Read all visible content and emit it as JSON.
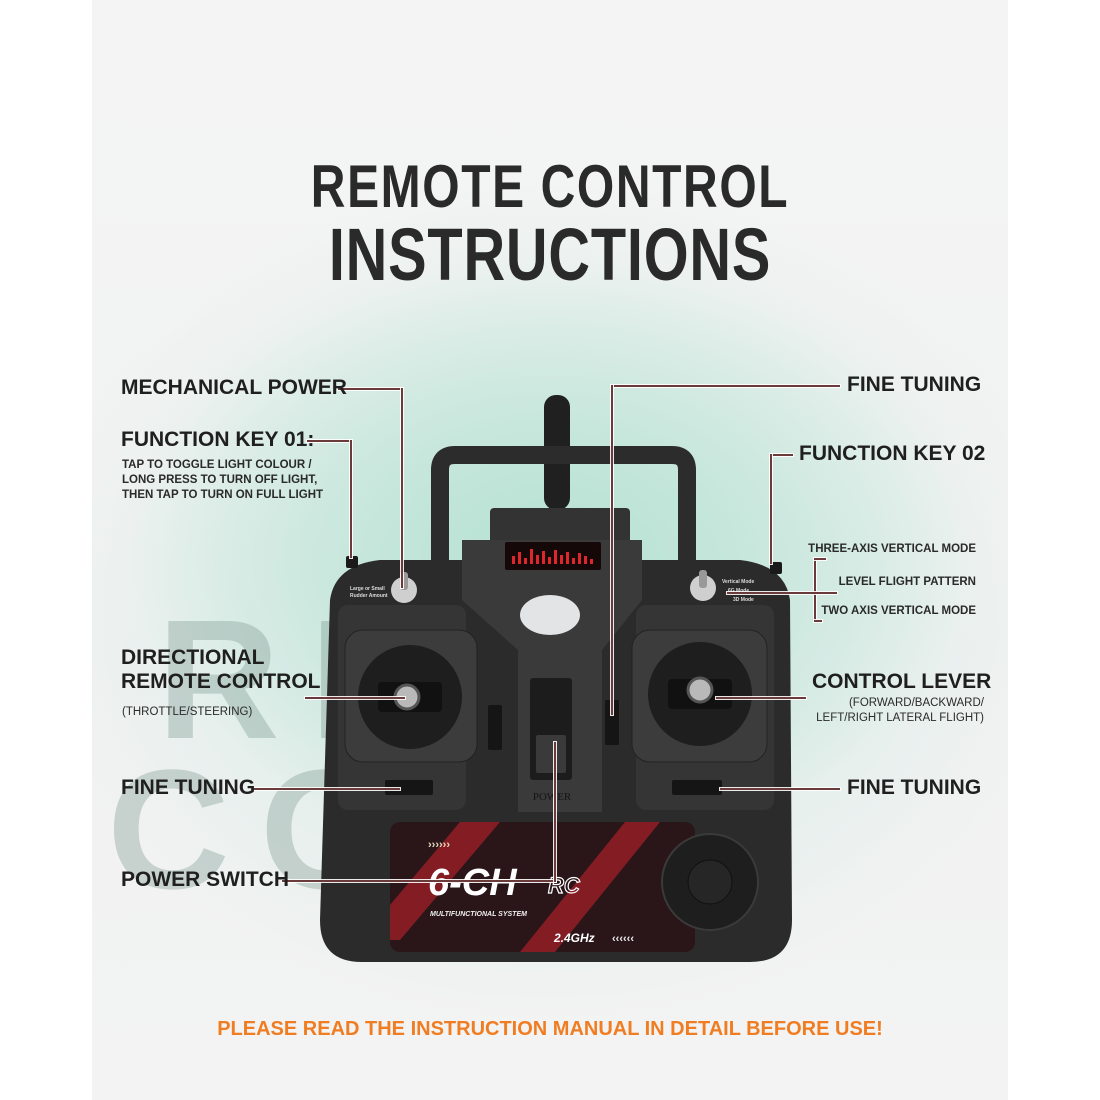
{
  "title": {
    "line1": "REMOTE  CONTROL",
    "line2": "INSTRUCTIONS"
  },
  "watermark": {
    "line1": "RE   E",
    "line2": "CO    OL"
  },
  "labels": {
    "mechanical_power": "MECHANICAL POWER",
    "function_key_01": {
      "title": "FUNCTION KEY 01:",
      "desc": [
        "TAP TO TOGGLE LIGHT COLOUR /",
        "LONG PRESS TO TURN OFF LIGHT,",
        "THEN TAP TO TURN ON FULL LIGHT"
      ]
    },
    "fine_tuning_top": "FINE TUNING",
    "function_key_02": "FUNCTION KEY 02",
    "modes": [
      "THREE-AXIS VERTICAL MODE",
      "LEVEL FLIGHT PATTERN",
      "TWO AXIS VERTICAL MODE"
    ],
    "directional": {
      "title": [
        "DIRECTIONAL",
        "REMOTE CONTROL"
      ],
      "desc": "(THROTTLE/STEERING)"
    },
    "control_lever": {
      "title": "CONTROL LEVER",
      "desc": [
        "(FORWARD/BACKWARD/",
        "LEFT/RIGHT LATERAL FLIGHT)"
      ]
    },
    "fine_tuning_left": "FINE TUNING",
    "fine_tuning_right": "FINE TUNING",
    "power_switch": "POWER SWITCH"
  },
  "remote": {
    "left_switch_label": [
      "Large or Small",
      "Rudder Amount"
    ],
    "right_switch_label": [
      "Vertical Mode",
      "6G Mode",
      "3D Mode"
    ],
    "power_text": "POWER",
    "brand": "6-CH",
    "brand_suffix": "RC",
    "tagline": "MULTIFUNCTIONAL SYSTEM",
    "frequency": "2.4GHz"
  },
  "footer": "PLEASE READ THE INSTRUCTION MANUAL IN DETAIL BEFORE USE!",
  "colors": {
    "accent": "#f07d22",
    "leader": "#6b3a3a",
    "badge_red": "#c0262d",
    "background_mint": "#b4e1d2"
  }
}
